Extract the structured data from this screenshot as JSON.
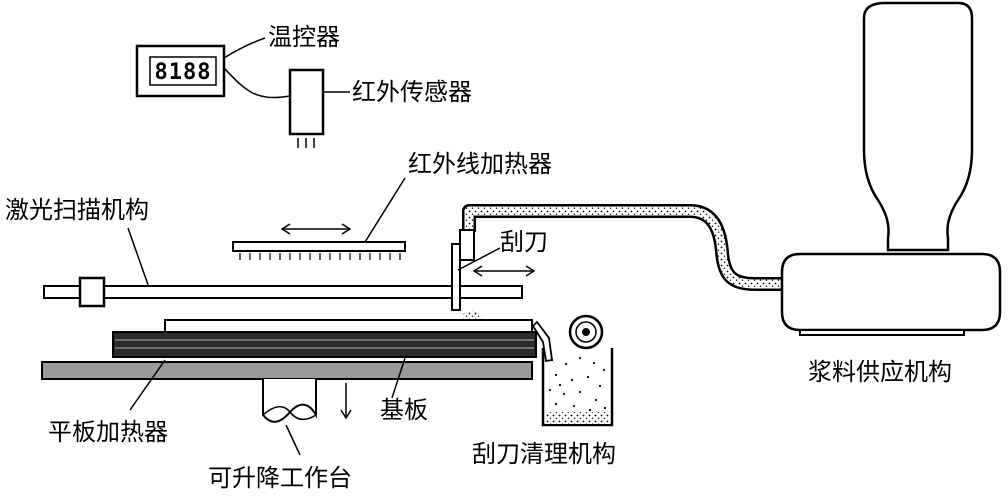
{
  "colors": {
    "ink": "#000000",
    "paper": "#ffffff",
    "gray": "#9a9a9a",
    "dark": "#2a2a2a"
  },
  "labels": {
    "temp_controller": "温控器",
    "ir_sensor": "红外传感器",
    "ir_heater": "红外线加热器",
    "laser_scan": "激光扫描机构",
    "scraper": "刮刀",
    "slurry_supply": "浆料供应机构",
    "plate_heater": "平板加热器",
    "substrate": "基板",
    "scraper_clean": "刮刀清理机构",
    "lift_table": "可升降工作台"
  },
  "display_digits": "8188"
}
